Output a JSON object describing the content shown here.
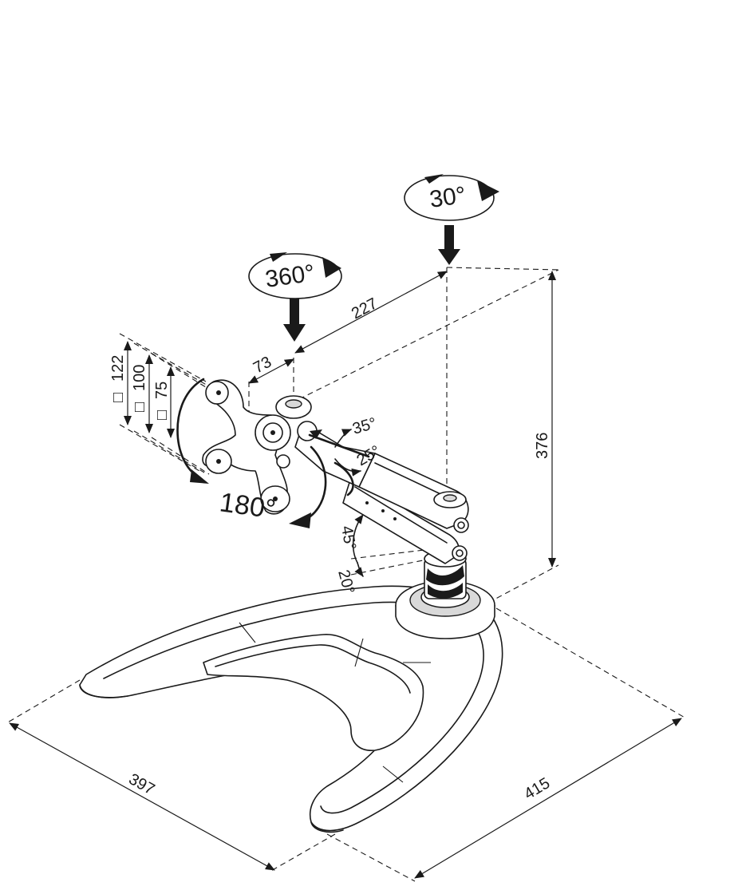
{
  "dimensions": {
    "base_depth": "397",
    "base_width": "415",
    "height": "376",
    "arm_reach": "227",
    "head_offset": "73",
    "vesa_large": "122",
    "vesa_medium": "100",
    "vesa_small": "75"
  },
  "rotations": {
    "head_swivel": "360°",
    "arm_swivel": "30°",
    "portrait_rotation": "180°",
    "tilt_up": "35°",
    "tilt_down": "25°",
    "arm_lift": "45°",
    "arm_drop": "20°"
  },
  "symbols": {
    "square": "□"
  }
}
